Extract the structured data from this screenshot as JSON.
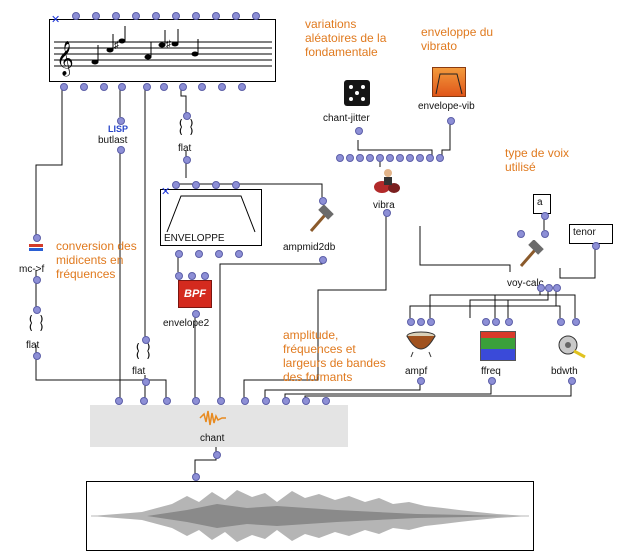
{
  "nodes": {
    "butlast": {
      "prefix": "LISP",
      "label": "butlast"
    },
    "flat1": {
      "label": "flat"
    },
    "flat2": {
      "label": "flat"
    },
    "flat3": {
      "label": "flat"
    },
    "mcf": {
      "label": "mc->f"
    },
    "enveloppe": {
      "title": "ENVELOPPE"
    },
    "envelope2": {
      "label": "envelope2"
    },
    "ampmid2db": {
      "label": "ampmid2db"
    },
    "vibra": {
      "label": "vibra"
    },
    "chant_jitter": {
      "label": "chant-jitter"
    },
    "envelope_vib": {
      "label": "envelope-vib"
    },
    "voy_calc": {
      "label": "voy-calc"
    },
    "ampf": {
      "label": "ampf"
    },
    "ffreq": {
      "label": "ffreq"
    },
    "bdwth": {
      "label": "bdwth"
    },
    "chant": {
      "label": "chant"
    },
    "vowel_value": "a",
    "voice_value": "tenor"
  },
  "notes": {
    "jitter": "variations\naléatoires de la\nfondamentale",
    "vibrato": "enveloppe du\nvibrato",
    "voice_type": "type de voix\nutilisé",
    "conversion": "conversion des\nmidicents en\nfréquences",
    "formants": "amplitude,\nfréquences et\nlargeurs de bandes\ndes formants"
  },
  "colors": {
    "accent_text": "#e07a1f",
    "inlet": "#8d8fd6",
    "select_mark": "#1b34d6",
    "chant_panel": "#e4e4e4",
    "bpf_red": "#d42a1e"
  },
  "icons": [
    "close-icon",
    "treble-clef-icon",
    "dice-icon",
    "envelope-icon",
    "hammer-icon",
    "drummer-icon",
    "bpf-icon",
    "timpani-icon",
    "color-bars-icon",
    "tape-measure-icon",
    "sound-wave-icon",
    "waveform-icon"
  ]
}
